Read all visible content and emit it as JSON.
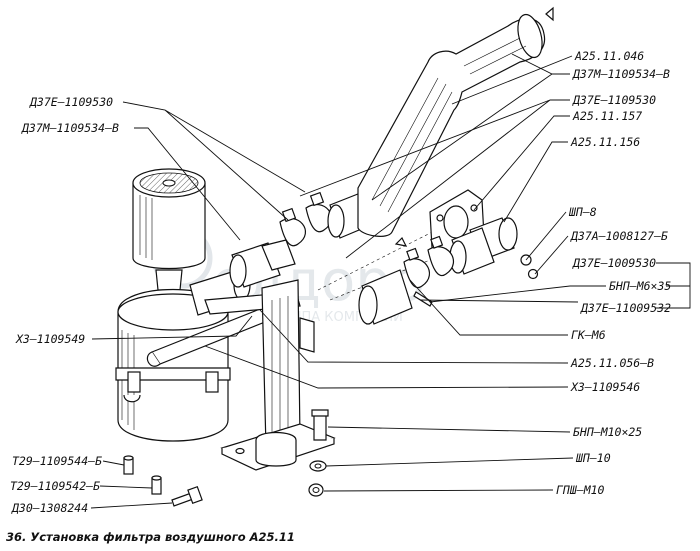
{
  "caption": "36. Установка фильтра воздушного   А25.11",
  "watermark": {
    "text": "елдоро",
    "subtext": "ГРУППА КОМПАНИЙ"
  },
  "labels": [
    "Д37Е–1109530",
    "Д37М–1109534–В",
    "А25.11.046",
    "Д37М–1109534–В",
    "Д37Е–1109530",
    "А25.11.157",
    "А25.11.156",
    "ШП–8",
    "Д37А–1008127–Б",
    "Д37Е–1009530",
    "БНП–М6×35",
    "Д37Е–11009532",
    "ГК–М6",
    "А25.11.056–В",
    "Х3–1109546",
    "Х3–1109549",
    "БНП–М10×25",
    "ШП–10",
    "ГПШ–М10",
    "Т29–1109544–Б",
    "Т29–1109542–Б",
    "Д30–1308244"
  ]
}
